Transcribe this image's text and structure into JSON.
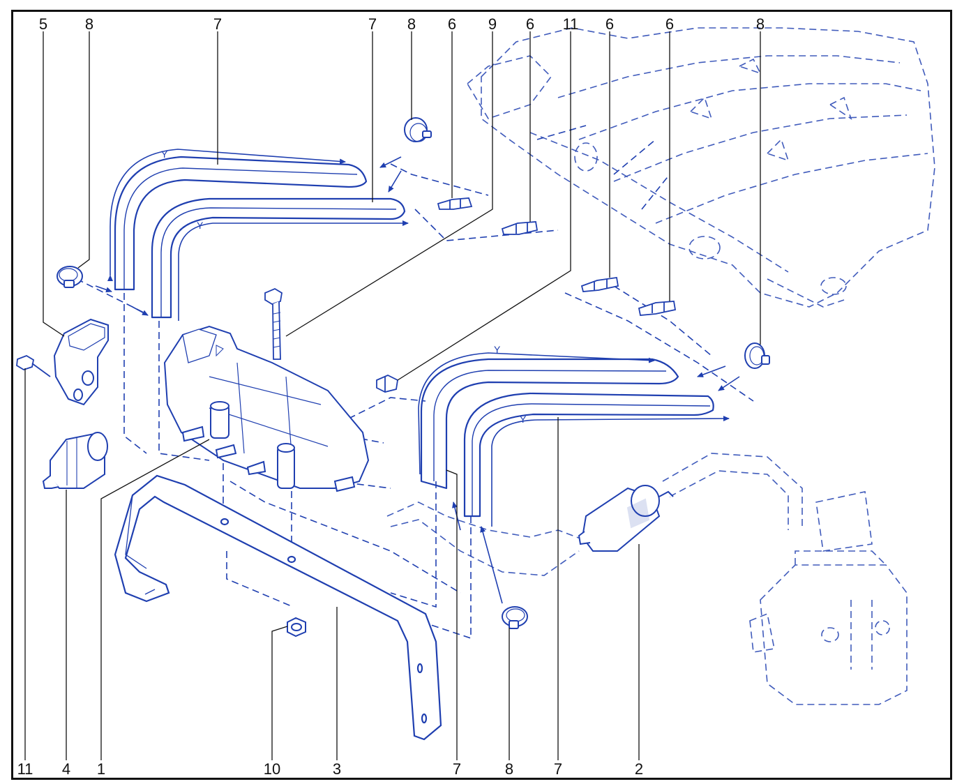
{
  "colors": {
    "line": "#1f3fb0",
    "fill": "#e9eefc",
    "callout": "#111111",
    "frame": "#111111"
  },
  "callouts_top": [
    "5",
    "8",
    "7",
    "7",
    "8",
    "6",
    "9",
    "6",
    "11",
    "6",
    "6",
    "8"
  ],
  "callouts_bottom": [
    "11",
    "4",
    "1",
    "10",
    "3",
    "7",
    "8",
    "7",
    "2"
  ],
  "hose_marks": [
    "Y",
    "Y",
    "Y",
    "Y"
  ]
}
